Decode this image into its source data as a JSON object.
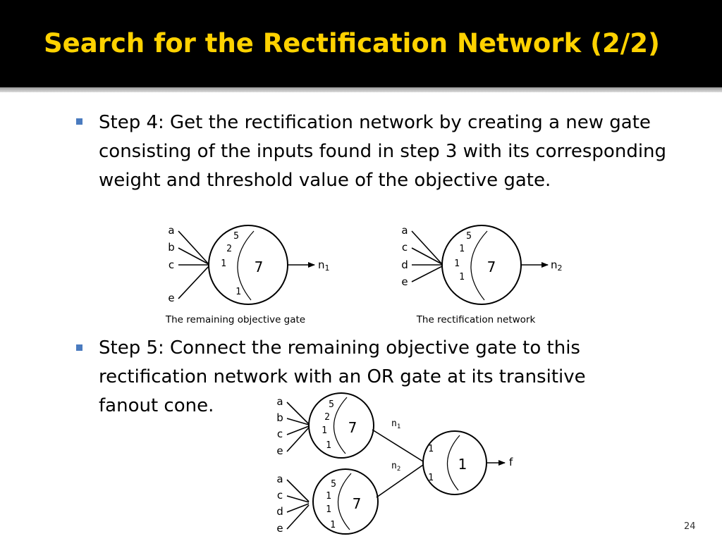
{
  "slide": {
    "title": "Search for the Rectification Network (2/2)",
    "page_number": "24",
    "colors": {
      "title": "#ffd200",
      "title_bar": "#000000",
      "bullet": "#4a7bbf"
    }
  },
  "bullets": [
    "Step 4: Get the rectification network by creating a new gate consisting of the inputs found in step 3 with its corresponding weight and threshold value of the objective gate.",
    "Step 5: Connect the remaining objective gate to this rectification network with an OR gate at its transitive fanout cone."
  ],
  "figure1": {
    "gate1": {
      "inputs": [
        "a",
        "b",
        "c",
        "e"
      ],
      "weights": [
        "5",
        "2",
        "1",
        "1"
      ],
      "threshold": "7",
      "output": "n",
      "output_sub": "1",
      "caption": "The remaining objective gate"
    },
    "gate2": {
      "inputs": [
        "a",
        "c",
        "d",
        "e"
      ],
      "weights": [
        "5",
        "1",
        "1",
        "1"
      ],
      "threshold": "7",
      "output": "n",
      "output_sub": "2",
      "caption": "The rectification network"
    }
  },
  "figure2": {
    "top_gate": {
      "inputs": [
        "a",
        "b",
        "c",
        "e"
      ],
      "weights": [
        "5",
        "2",
        "1",
        "1"
      ],
      "threshold": "7",
      "output": "n",
      "output_sub": "1"
    },
    "bottom_gate": {
      "inputs": [
        "a",
        "c",
        "d",
        "e"
      ],
      "weights": [
        "5",
        "1",
        "1",
        "1"
      ],
      "threshold": "7",
      "output": "n",
      "output_sub": "2"
    },
    "or_gate": {
      "weights": [
        "1",
        "1"
      ],
      "threshold": "1",
      "output": "f"
    }
  }
}
